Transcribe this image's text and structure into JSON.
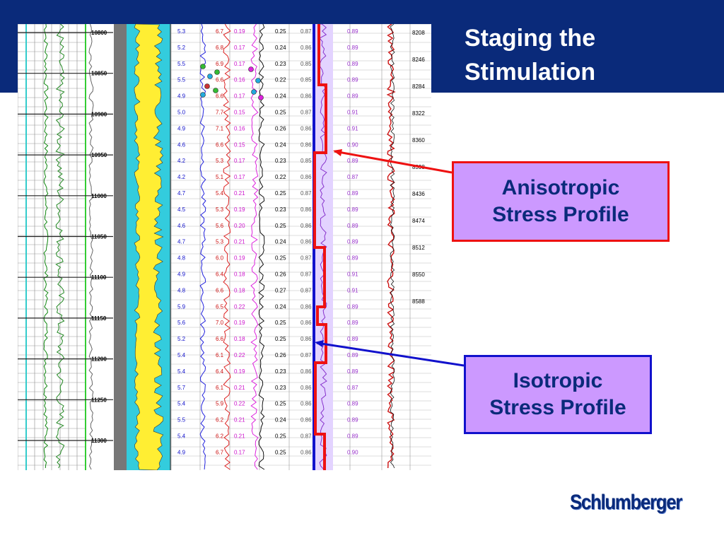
{
  "title": {
    "line1": "Staging the",
    "line2": "Stimulation"
  },
  "callouts": {
    "anisotropic": {
      "line1": "Anisotropic",
      "line2": "Stress Profile",
      "border_color": "#ee1111"
    },
    "isotropic": {
      "line1": "Isotropic",
      "line2": "Stress Profile",
      "border_color": "#1111cc"
    }
  },
  "logo": {
    "text": "Schlumberger"
  },
  "colors": {
    "header": "#0a2a7a",
    "box_fill": "#cc99ff",
    "box_text": "#0a2a7a",
    "anisotropic_line": "#ee1111",
    "isotropic_line": "#1111cc",
    "sand_fill": "#ffee33",
    "shale_fill": "#33ccdd"
  },
  "log": {
    "depth_scale": [
      "10800",
      "10850",
      "10900",
      "10950",
      "11000",
      "11050",
      "11100",
      "11150",
      "11200",
      "11250",
      "11300"
    ],
    "tvd_scale": [
      "8208",
      "8246",
      "8284",
      "8322",
      "8360",
      "8398",
      "8436",
      "8474",
      "8512",
      "8550",
      "8588"
    ],
    "col_blue": [
      "5.3",
      "5.2",
      "5.5",
      "5.5",
      "4.9",
      "5.0",
      "4.9",
      "4.6",
      "4.2",
      "4.2",
      "4.7",
      "4.5",
      "4.6",
      "4.7",
      "4.8",
      "4.9",
      "4.8",
      "5.9",
      "5.6",
      "5.2",
      "5.4",
      "5.4",
      "5.7",
      "5.4",
      "5.5",
      "5.4",
      "4.9"
    ],
    "col_red": [
      "6.7",
      "6.8",
      "6.9",
      "6.6",
      "6.6",
      "7.7",
      "7.1",
      "6.6",
      "5.3",
      "5.1",
      "5.4",
      "5.3",
      "5.6",
      "5.3",
      "6.0",
      "6.4",
      "6.6",
      "6.5",
      "7.0",
      "6.6",
      "6.1",
      "6.4",
      "6.1",
      "5.9",
      "6.2",
      "6.2",
      "6.7"
    ],
    "col_magenta": [
      "0.19",
      "0.17",
      "0.17",
      "0.16",
      "0.17",
      "0.15",
      "0.16",
      "0.15",
      "0.17",
      "0.17",
      "0.21",
      "0.19",
      "0.20",
      "0.21",
      "0.19",
      "0.18",
      "0.18",
      "0.22",
      "0.19",
      "0.18",
      "0.22",
      "0.19",
      "0.21",
      "0.22",
      "0.21",
      "0.21",
      "0.17"
    ],
    "col_black": [
      "0.25",
      "0.24",
      "0.23",
      "0.22",
      "0.24",
      "0.25",
      "0.26",
      "0.24",
      "0.23",
      "0.22",
      "0.25",
      "0.23",
      "0.25",
      "0.24",
      "0.25",
      "0.26",
      "0.27",
      "0.24",
      "0.25",
      "0.25",
      "0.26",
      "0.23",
      "0.23",
      "0.25",
      "0.24",
      "0.25",
      "0.25"
    ],
    "col_gray": [
      "0.87",
      "0.86",
      "0.85",
      "0.85",
      "0.86",
      "0.87",
      "0.86",
      "0.86",
      "0.85",
      "0.86",
      "0.87",
      "0.86",
      "0.86",
      "0.86",
      "0.87",
      "0.87",
      "0.87",
      "0.86",
      "0.86",
      "0.86",
      "0.87",
      "0.86",
      "0.86",
      "0.86",
      "0.86",
      "0.87",
      "0.86"
    ],
    "col_violet": [
      "0.89",
      "0.89",
      "0.89",
      "0.89",
      "0.89",
      "0.91",
      "0.91",
      "0.90",
      "0.89",
      "0.87",
      "0.89",
      "0.89",
      "0.89",
      "0.89",
      "0.89",
      "0.91",
      "0.91",
      "0.89",
      "0.89",
      "0.89",
      "0.89",
      "0.89",
      "0.87",
      "0.89",
      "0.89",
      "0.89",
      "0.90"
    ]
  }
}
